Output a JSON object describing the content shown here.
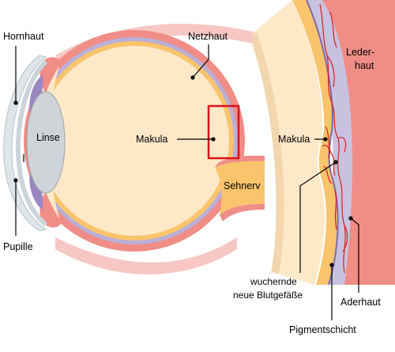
{
  "labels": {
    "hornhaut": "Hornhaut",
    "netzhaut": "Netzhaut",
    "linse": "Linse",
    "makula_left": "Makula",
    "sehnerv": "Sehnerv",
    "pupille": "Pupille",
    "makula_right": "Makula",
    "lederhaut_line1": "Leder-",
    "lederhaut_line2": "haut",
    "blutgefaesse_line1": "wuchernde",
    "blutgefaesse_line2": "neue Blutgefäße",
    "aderhaut": "Aderhaut",
    "pigmentschicht": "Pigmentschicht"
  },
  "colors": {
    "sclera": "#f08d86",
    "choroid": "#c8c2e0",
    "retina": "#f9c46c",
    "vitreous": "#fde8c8",
    "lens": "#cfd4d8",
    "cornea": "#e3eaee",
    "iris": "#9a87c2",
    "vessel": "#d71e1e",
    "highlight_box": "#d9151c"
  }
}
